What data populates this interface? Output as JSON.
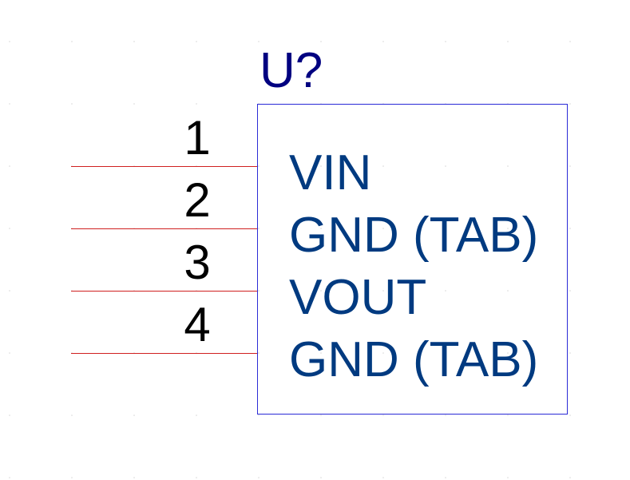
{
  "component": {
    "designator": "U?",
    "pins": [
      {
        "number": "1",
        "name": "VIN"
      },
      {
        "number": "2",
        "name": "GND (TAB)"
      },
      {
        "number": "3",
        "name": "VOUT"
      },
      {
        "number": "4",
        "name": "GND (TAB)"
      }
    ]
  },
  "colors": {
    "designator": "#000080",
    "pin_name": "#003a80",
    "pin_number": "#000000",
    "pin_line": "#d02020",
    "body_border": "#2a2ad6",
    "grid_dot": "#d8d8d8"
  }
}
